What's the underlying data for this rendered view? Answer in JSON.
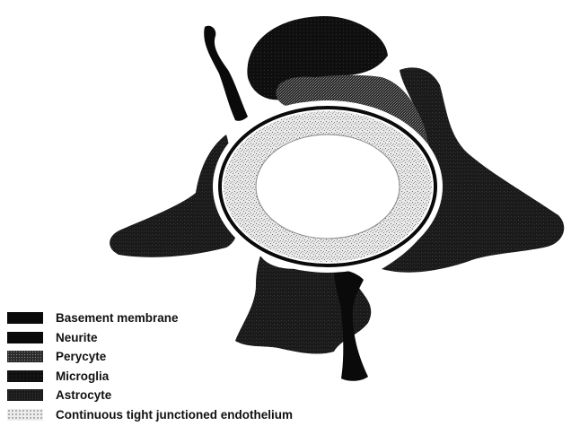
{
  "legend": {
    "items": [
      {
        "label": "Basement membrane",
        "pattern": "black"
      },
      {
        "label": "Neurite",
        "pattern": "black"
      },
      {
        "label": "Perycyte",
        "pattern": "dense-stipple"
      },
      {
        "label": "Microglia",
        "pattern": "dark-stipple"
      },
      {
        "label": "Astrocyte",
        "pattern": "dark-grain"
      },
      {
        "label": "Continuous tight junctioned endothelium",
        "pattern": "light-speckle"
      }
    ]
  },
  "colors": {
    "black": "#0a0a0a",
    "astrocyte": "#1c1c1c",
    "microglia": "#111111",
    "perycyte": "#3a3a3a",
    "endothelium_base": "#e8e8e8",
    "background": "#ffffff"
  }
}
